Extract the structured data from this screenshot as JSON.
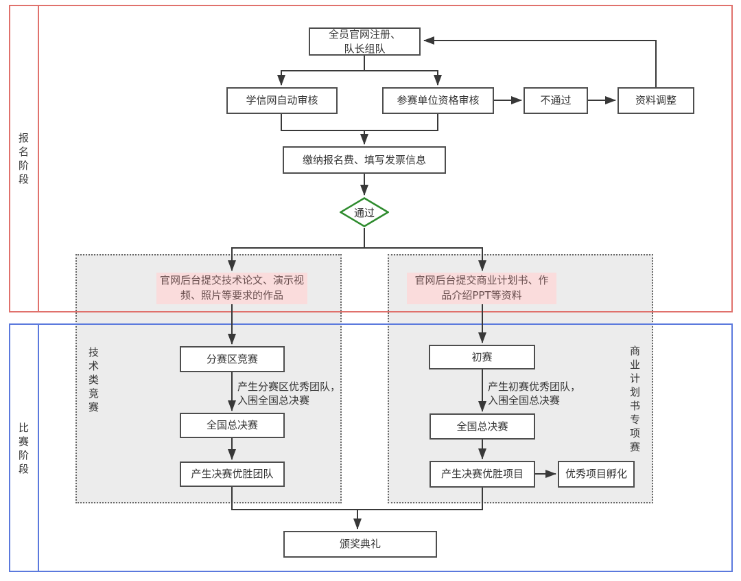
{
  "sections": {
    "registration": {
      "label": "报名阶段"
    },
    "competition": {
      "label": "比赛阶段"
    }
  },
  "lanes": {
    "tech": {
      "label": "技术类竞赛"
    },
    "business": {
      "label": "商业计划书专项赛"
    }
  },
  "nodes": {
    "register": {
      "label": "全员官网注册、\n队长组队"
    },
    "xuexin_review": {
      "label": "学信网自动审核"
    },
    "unit_review": {
      "label": "参赛单位资格审核"
    },
    "not_passed": {
      "label": "不通过"
    },
    "adjust": {
      "label": "资料调整"
    },
    "pay": {
      "label": "缴纳报名费、填写发票信息"
    },
    "passed": {
      "label": "通过"
    },
    "submit_tech": {
      "label": "官网后台提交技术论文、演示视\n频、照片等要求的作品"
    },
    "submit_biz": {
      "label": "官网后台提交商业计划书、作\n品介绍PPT等资料"
    },
    "regional": {
      "label": "分赛区竞赛"
    },
    "finals_left": {
      "label": "全国总决赛"
    },
    "winners_team": {
      "label": "产生决赛优胜团队"
    },
    "preliminary": {
      "label": "初赛"
    },
    "finals_right": {
      "label": "全国总决赛"
    },
    "winners_project": {
      "label": "产生决赛优胜项目"
    },
    "incubation": {
      "label": "优秀项目孵化"
    },
    "ceremony": {
      "label": "颁奖典礼"
    }
  },
  "annotations": {
    "left": "产生分赛区优秀团队，\n入围全国总决赛",
    "right": "产生初赛优秀团队，\n入围全国总决赛"
  },
  "colors": {
    "accent-red": "#e0716c",
    "accent-blue": "#5b79dd",
    "green": "#2e8b2e",
    "pink-bg": "#fadcdc",
    "pink-text": "#6b5050",
    "box-border": "#4d4d4d",
    "line": "#383838",
    "lane-bg": "#ececec",
    "text": "#333333"
  }
}
